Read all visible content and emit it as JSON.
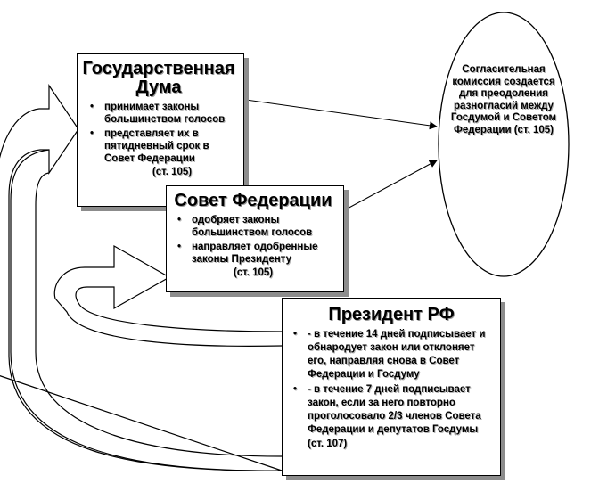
{
  "duma": {
    "title": "Государственная Дума",
    "bullets": [
      "принимает законы большинством голосов",
      "представляет их в пятидневный срок в Совет Федерации"
    ],
    "ref": "(ст. 105)"
  },
  "sovet": {
    "title": "Совет Федерации",
    "bullets": [
      "одобряет законы большинством голосов",
      "направляет одобренные законы Президенту"
    ],
    "ref": "(ст. 105)"
  },
  "president": {
    "title": "Президент РФ",
    "bullets": [
      "- в течение 14 дней подписывает и обнародует закон или отклоняет его, направляя снова в Совет Федерации и Госдуму",
      "- в течение 7 дней подписывает закон, если за него повторно проголосовало 2/3 членов Совета Федерации и депутатов Госдумы"
    ],
    "ref": "(ст. 107)"
  },
  "commission": {
    "text": "Согласительная комиссия создается для преодоления разногласий между Госдумой и Советом Федерации (ст. 105)"
  }
}
